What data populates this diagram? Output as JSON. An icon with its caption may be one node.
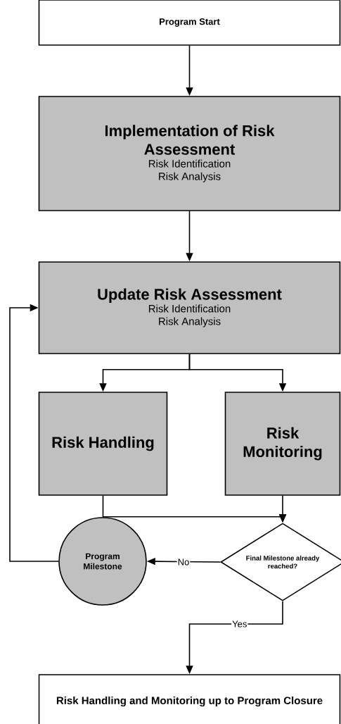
{
  "diagram": {
    "nodes": [
      {
        "text": [
          "Program Start"
        ]
      },
      {
        "text": [
          "Implementation of Risk Assessment",
          "Risk Identification",
          "Risk Analysis"
        ]
      },
      {
        "text": [
          "Update Risk Assessment",
          "Risk Identification",
          "Risk Analysis"
        ]
      },
      {
        "text": [
          "Risk Handling"
        ]
      },
      {
        "text": [
          "Risk Monitoring"
        ]
      },
      {
        "text": [
          "Final Milestone already reached?"
        ]
      },
      {
        "text": [
          "Program Milestone"
        ]
      },
      {
        "text": [
          "Risk Handling and Monitoring up to Program Closure"
        ]
      }
    ],
    "edges": [
      {
        "from": 0,
        "to": 1,
        "arrow": "to"
      },
      {
        "from": 1,
        "to": 2,
        "arrow": "to"
      },
      {
        "from": 2,
        "to": 3,
        "arrow": "to"
      },
      {
        "from": 2,
        "to": 4,
        "arrow": "to"
      },
      {
        "from": 3,
        "to": 5,
        "arrow": "to"
      },
      {
        "from": 4,
        "to": 5,
        "arrow": "to"
      },
      {
        "from": 5,
        "to": 6,
        "label": "No",
        "arrow": "to"
      },
      {
        "from": 6,
        "to": 2,
        "arrow": "to"
      },
      {
        "from": 5,
        "to": 7,
        "label": "Yes",
        "arrow": "to"
      }
    ]
  }
}
